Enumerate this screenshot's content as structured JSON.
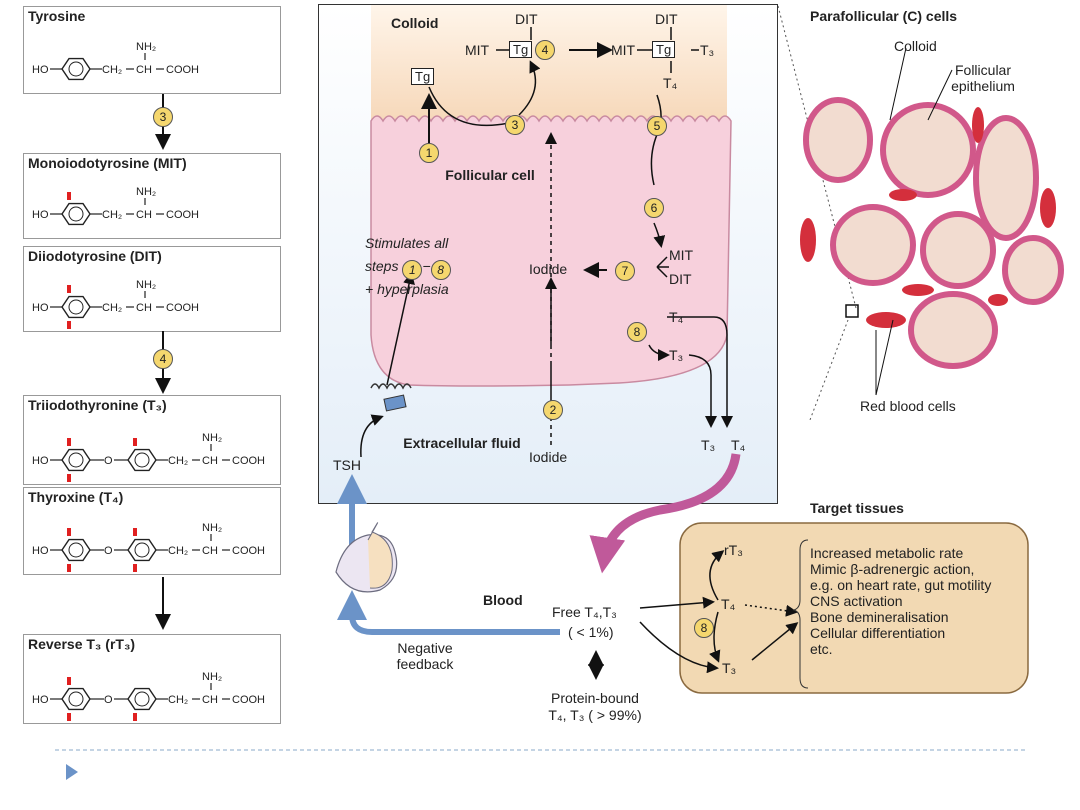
{
  "structures": [
    {
      "name": "Tyrosine"
    },
    {
      "name": "Monoiodotyrosine (MIT)"
    },
    {
      "name": "Diiodotyrosine (DIT)"
    },
    {
      "name": "Triiodothyronine (T₃)"
    },
    {
      "name": "Thyroxine (T₄)"
    },
    {
      "name": "Reverse T₃ (rT₃)"
    }
  ],
  "formula": {
    "ho": "HO",
    "ch2": "CH₂",
    "ch": "CH",
    "cooh": "COOH",
    "nh2": "NH₂",
    "o": "O",
    "dash": "−"
  },
  "steps": {
    "s1": "1",
    "s2": "2",
    "s3": "3",
    "s4": "4",
    "s5": "5",
    "s6": "6",
    "s7": "7",
    "s8": "8"
  },
  "follicle": {
    "colloid": "Colloid",
    "tg": "Tg",
    "mit": "MIT",
    "dit": "DIT",
    "t3": "T₃",
    "t4": "T₄",
    "follicular_cell": "Follicular cell",
    "stimulates": "Stimulates all",
    "steps_text": "steps",
    "hyperplasia": "+ hyperplasia",
    "iodide": "Iodide",
    "extracellular": "Extracellular fluid",
    "tsh": "TSH"
  },
  "histology": {
    "title": "Parafollicular (C) cells",
    "colloid": "Colloid",
    "epithelium": "Follicular epithelium",
    "rbc": "Red blood cells"
  },
  "blood": {
    "label": "Blood",
    "free": "Free T₄,T₃",
    "free_pct": "( < 1%)",
    "bound": "Protein-bound",
    "bound_pct": "T₄, T₃ ( > 99%)",
    "feedback": "Negative feedback"
  },
  "target": {
    "title": "Target tissues",
    "rt3": "rT₃",
    "t4": "T₄",
    "t3": "T₃",
    "effects": [
      "Increased metabolic rate",
      "Mimic β-adrenergic action,",
      "e.g. on heart rate, gut motility",
      "CNS activation",
      "Bone demineralisation",
      "Cellular differentiation",
      "etc."
    ]
  },
  "colors": {
    "iodine_mark": "#e02020",
    "step_circle": "#f5d76e",
    "cell_pink": "#f7d0dc",
    "colloid_peach": "#f7dcc0",
    "tsh_blue": "#6b93c8",
    "hormone_magenta": "#c0599a",
    "target_fill": "#f2d9b3"
  }
}
